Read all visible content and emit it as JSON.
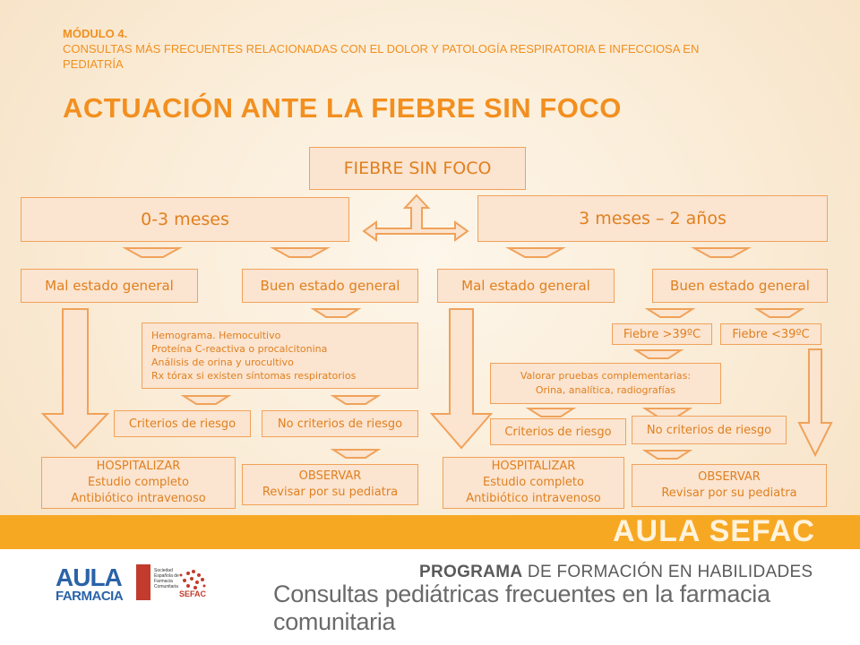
{
  "header": {
    "module": "MÓDULO 4.",
    "subtitle": "CONSULTAS MÁS FRECUENTES RELACIONADAS CON EL DOLOR Y PATOLOGÍA RESPIRATORIA E INFECCIOSA EN PEDIATRÍA",
    "title": "ACTUACIÓN ANTE LA FIEBRE SIN FOCO"
  },
  "diagram": {
    "root": "FIEBRE SIN FOCO",
    "age_left": "0-3  meses",
    "age_right": "3 meses – 2 años",
    "left_bad": "Mal estado general",
    "left_good": "Buen estado general",
    "right_bad": "Mal estado general",
    "right_good": "Buen estado general",
    "tests_left": [
      "Hemograma. Hemocultivo",
      "Proteína C-reactiva o procalcitonina",
      "Análisis de orina y urocultivo",
      "Rx tórax si existen síntomas respiratorios"
    ],
    "fever_high": "Fiebre >39ºC",
    "fever_low": "Fiebre <39ºC",
    "tests_right": [
      "Valorar pruebas complementarias:",
      "Orina, analítica, radiografías"
    ],
    "risk_left": "Criterios de riesgo",
    "norisk_left": "No criterios de riesgo",
    "risk_right": "Criterios de riesgo",
    "norisk_right": "No criterios de riesgo",
    "hosp_left": [
      "HOSPITALIZAR",
      "Estudio completo",
      "Antibiótico intravenoso"
    ],
    "obs_left": [
      "OBSERVAR",
      "Revisar por su  pediatra"
    ],
    "hosp_right": [
      "HOSPITALIZAR",
      "Estudio completo",
      "Antibiótico intravenoso"
    ],
    "obs_right": [
      "OBSERVAR",
      "Revisar por su  pediatra"
    ]
  },
  "footer": {
    "brand_band": "AULA SEFAC",
    "logo_aula_line1": "AULA",
    "logo_aula_line2": "FARMACIA",
    "logo_sefac_text": "Sociedad Española de Farmacia Comunitaria",
    "logo_sefac": "SEFAC",
    "program_bold": "PROGRAMA",
    "program_rest": " DE FORMACIÓN EN HABILIDADES",
    "course": "Consultas pediátricas frecuentes en la farmacia comunitaria"
  },
  "colors": {
    "accent": "#f28f1f",
    "box_fill": "#fbe4d0",
    "box_border": "#f0a25a",
    "band": "#f7a823",
    "logo_blue": "#2a63a8",
    "logo_red": "#c23b2d"
  }
}
